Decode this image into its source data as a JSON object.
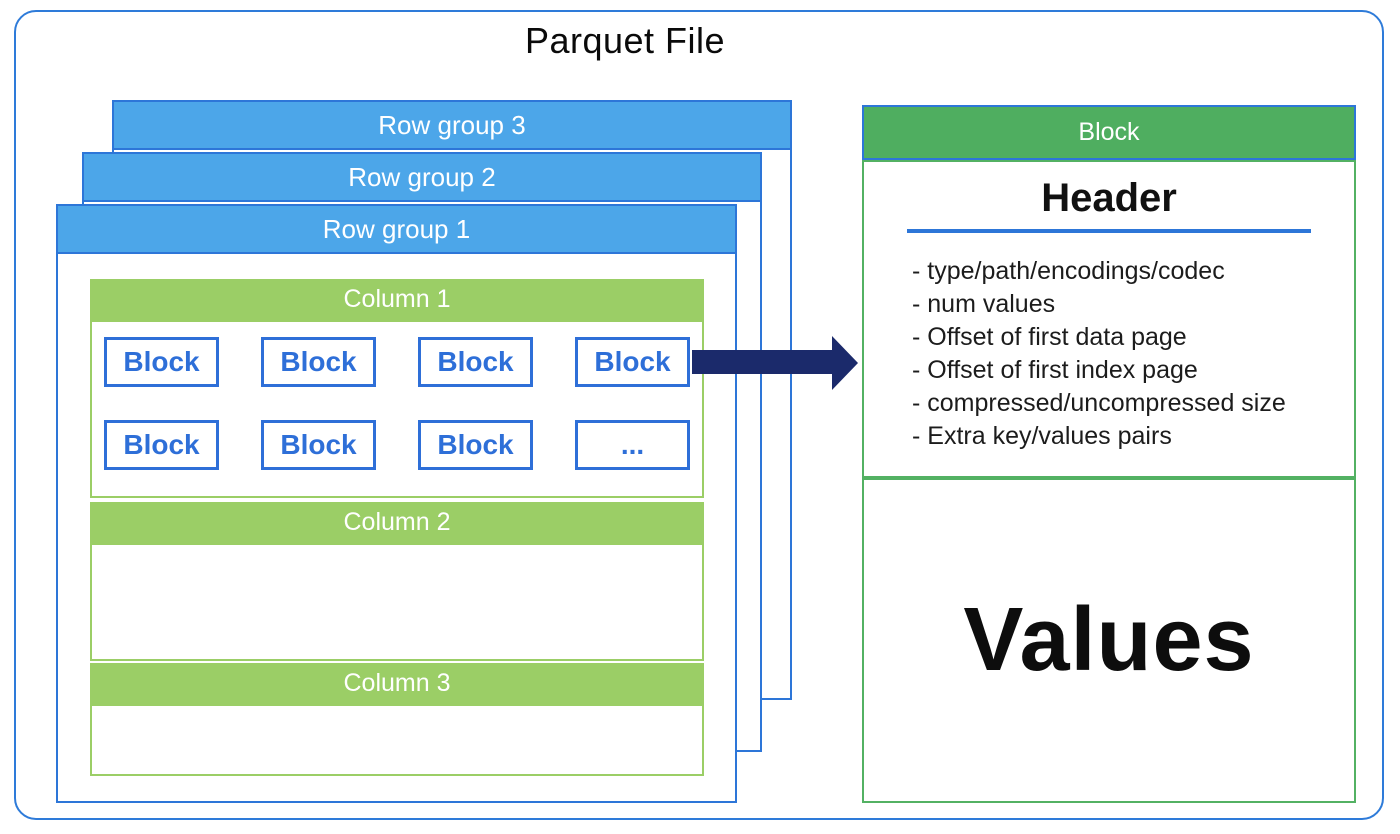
{
  "diagram": {
    "title": "Parquet File",
    "row_groups": [
      {
        "label": "Row group 3"
      },
      {
        "label": "Row group 2"
      },
      {
        "label": "Row group 1"
      }
    ],
    "column1": {
      "label": "Column 1",
      "blocks_row1": [
        "Block",
        "Block",
        "Block",
        "Block"
      ],
      "blocks_row2": [
        "Block",
        "Block",
        "Block",
        "..."
      ]
    },
    "column2": {
      "label": "Column 2"
    },
    "column3": {
      "label": "Column 3"
    },
    "block_detail": {
      "header_bar_label": "Block",
      "section_title": "Header",
      "header_items": [
        "- type/path/encodings/codec",
        "- num values",
        "- Offset of first data page",
        "- Offset of first index page",
        "- compressed/uncompressed size",
        "- Extra key/values pairs"
      ],
      "values_label": "Values"
    },
    "colors": {
      "row_group_blue": "#4ca6e9",
      "border_blue": "#2d76d8",
      "column_green": "#9bce66",
      "block_header_green": "#4fae60",
      "panel_border_green": "#53b163",
      "arrow_navy": "#1b2a6b",
      "block_text_blue": "#2e6fd8",
      "outer_frame_blue": "#2e7bd9"
    }
  }
}
